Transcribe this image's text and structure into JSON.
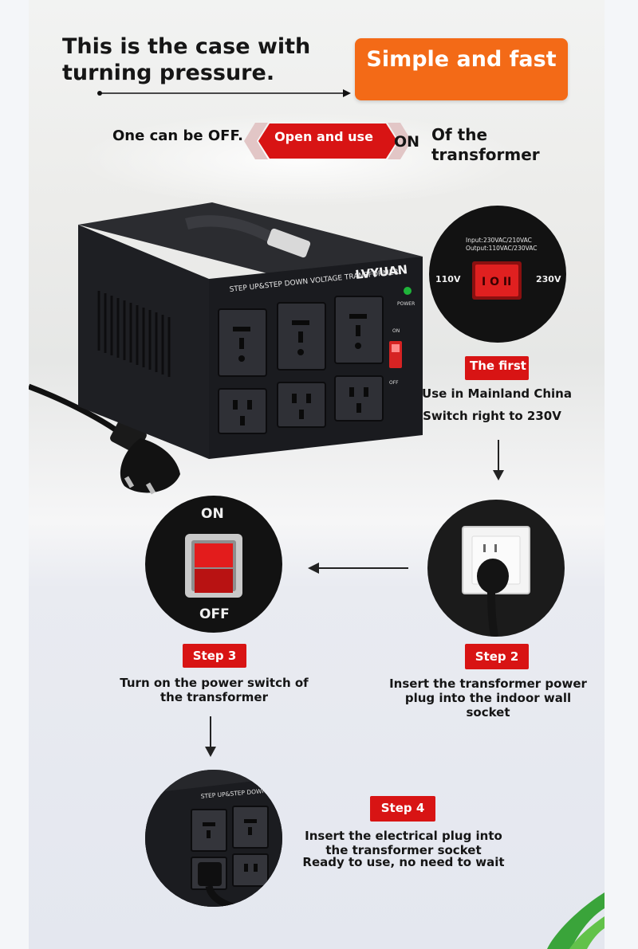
{
  "headline": "This is the case with turning pressure.",
  "badge": "Simple and fast",
  "off_text": "One can be OFF.",
  "open_label": "Open and use",
  "on_label": "ON",
  "of_transformer": "Of the transformer",
  "product": {
    "panel_title": "STEP UP&STEP DOWN VOLTAGE TRANSFORMER",
    "brand": "LVYUAN",
    "power_label": "POWER",
    "switch_on": "ON",
    "switch_off": "OFF"
  },
  "step1": {
    "input_label": "Input:230VAC/210VAC",
    "output_label": "Output:110VAC/230VAC",
    "left_volt": "110V",
    "right_volt": "230V",
    "tag": "The first",
    "line1": "Use in Mainland China",
    "line2": "Switch right to 230V"
  },
  "step2": {
    "tag": "Step 2",
    "text": "Insert the transformer power plug into the indoor wall socket"
  },
  "step3": {
    "switch_on": "ON",
    "switch_off": "OFF",
    "tag": "Step 3",
    "text": "Turn on the power switch of the transformer"
  },
  "step4": {
    "panel_title": "STEP UP&STEP DOWN",
    "tag": "Step 4",
    "text": "Insert the electrical plug into the transformer socket",
    "ready": "Ready to use, no need to wait"
  },
  "colors": {
    "accent_orange": "#f36a17",
    "accent_red": "#d81414"
  }
}
